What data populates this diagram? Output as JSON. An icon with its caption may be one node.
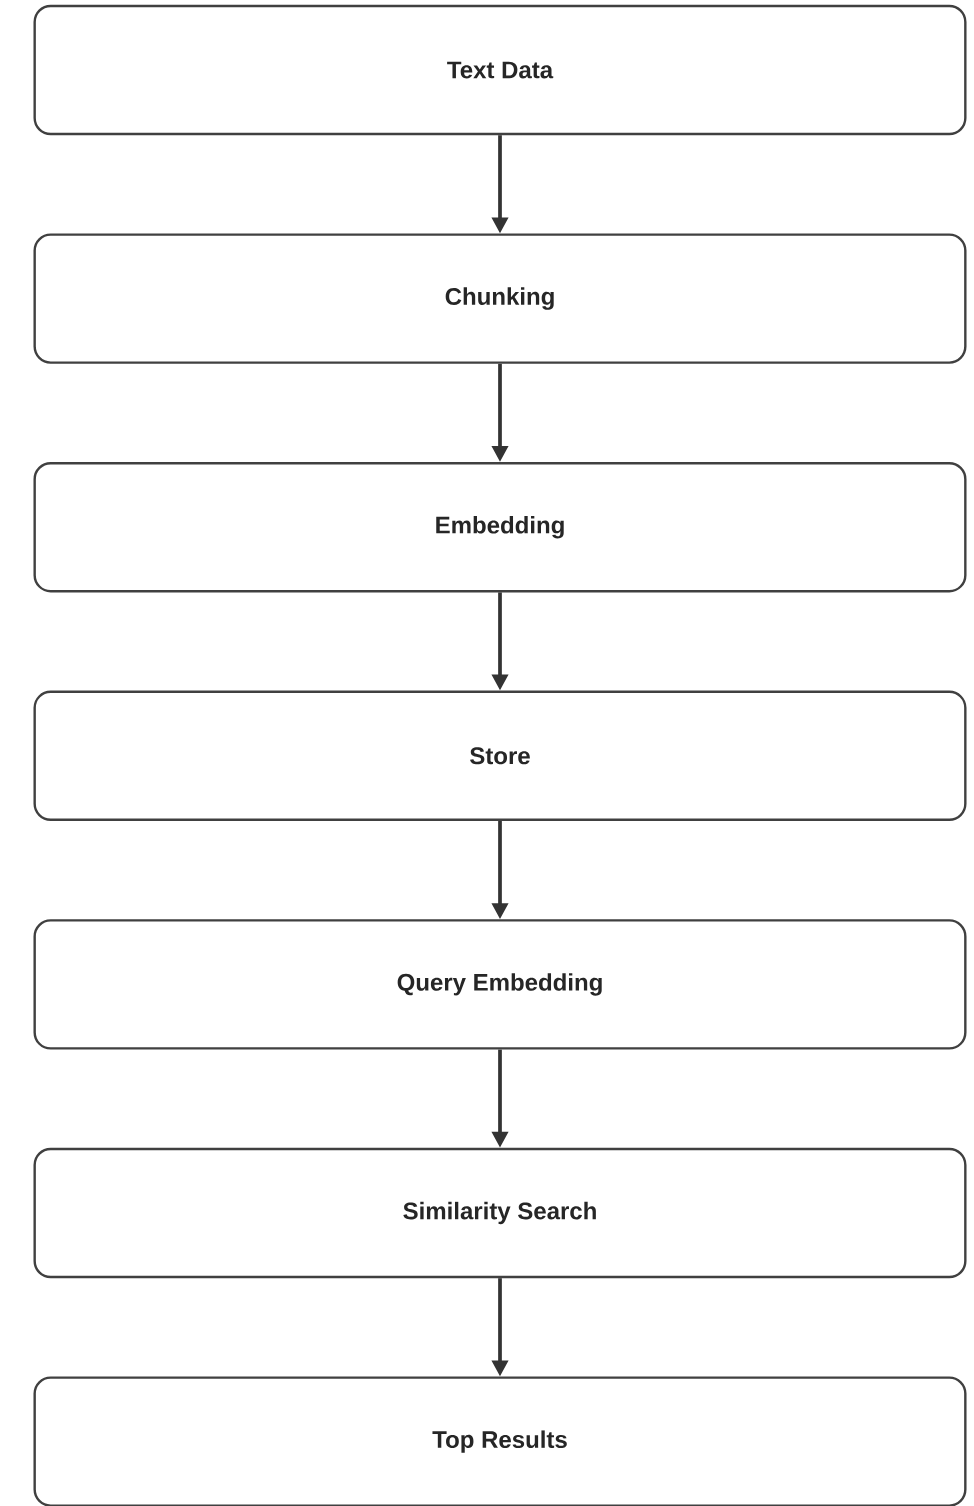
{
  "diagram": {
    "nodes": [
      {
        "text": [
          "Text Data"
        ]
      },
      {
        "text": [
          "Chunking"
        ]
      },
      {
        "text": [
          "Embedding"
        ]
      },
      {
        "text": [
          "Store"
        ]
      },
      {
        "text": [
          "Query Embedding"
        ]
      },
      {
        "text": [
          "Similarity Search"
        ]
      },
      {
        "text": [
          "Top Results"
        ]
      }
    ],
    "edges": [
      {
        "from": 0,
        "to": 1,
        "arrow": "to"
      },
      {
        "from": 1,
        "to": 2,
        "arrow": "to"
      },
      {
        "from": 2,
        "to": 3,
        "arrow": "to"
      },
      {
        "from": 3,
        "to": 4,
        "arrow": "to"
      },
      {
        "from": 4,
        "to": 5,
        "arrow": "to"
      },
      {
        "from": 5,
        "to": 6,
        "arrow": "to"
      }
    ]
  }
}
